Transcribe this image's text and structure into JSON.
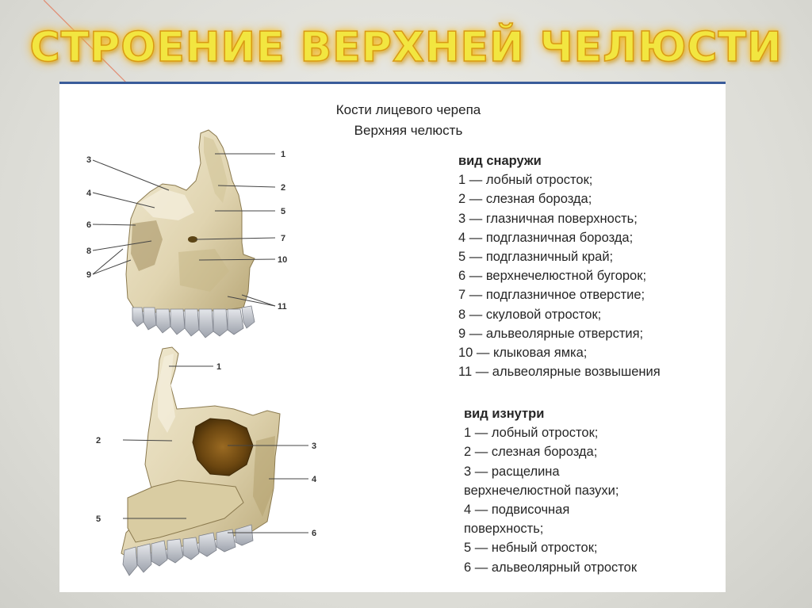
{
  "title": "СТРОЕНИЕ ВЕРХНЕЙ ЧЕЛЮСТИ",
  "caption": {
    "line1": "Кости лицевого черепа",
    "line2": "Верхняя челюсть"
  },
  "outer_view": {
    "heading": "вид снаружи",
    "items": [
      "1 — лобный отросток;",
      "2 — слезная борозда;",
      "3 — глазничная поверхность;",
      "4 — подглазничная борозда;",
      "5 — подглазничный край;",
      "6 — верхнечелюстной бугорок;",
      "7 — подглазничное отверстие;",
      "8 — скуловой отросток;",
      "9 — альвеолярные отверстия;",
      "10 — клыковая ямка;",
      "11 — альвеолярные возвышения"
    ],
    "figure_labels": [
      "1",
      "2",
      "3",
      "4",
      "5",
      "6",
      "7",
      "8",
      "9",
      "10",
      "11"
    ]
  },
  "inner_view": {
    "heading": "вид изнутри",
    "items": [
      "1 — лобный отросток;",
      "2 — слезная борозда;",
      "3 — расщелина",
      "верхнечелюстной пазухи;",
      "4 — подвисочная",
      "поверхность;",
      "5 — небный отросток;",
      "6 — альвеолярный отросток"
    ],
    "figure_labels": [
      "1",
      "2",
      "3",
      "4",
      "5",
      "6"
    ]
  },
  "colors": {
    "title_fill": "#f2e640",
    "title_glow": "#f3b625",
    "panel_border": "#3a5c9a",
    "bone": "#e6dcbc",
    "bone_shadow": "#b9a878",
    "teeth": "#c9ccd2"
  }
}
